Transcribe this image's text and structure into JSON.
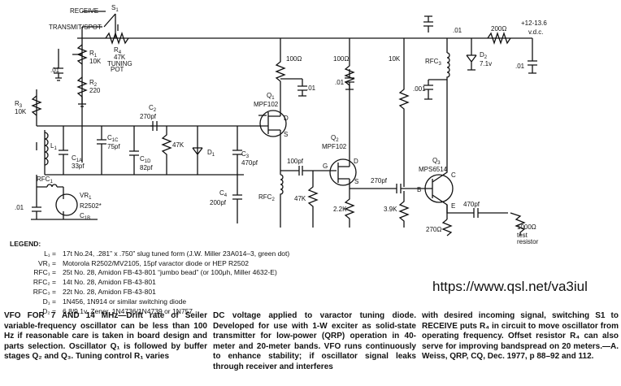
{
  "schematic": {
    "switch_receive": "RECEIVE",
    "switch_transmit": "TRANSMIT/SPOT",
    "s1": "S",
    "s1_sub": "1",
    "r4": "R",
    "r4_sub": "4",
    "r4_val": "47K",
    "r4_desc1": "TUNING",
    "r4_desc2": "POT",
    "r1": "R",
    "r1_sub": "1",
    "r1_val": "10K",
    "r2": "R",
    "r2_sub": "2",
    "r2_val": "220",
    "c_01_left": ".01",
    "r3": "R",
    "r3_sub": "3",
    "r3_val": "10K",
    "l1": "L",
    "l1_sub": "1",
    "c1a": "C",
    "c1a_sub": "1A",
    "c1a_val": "33pf",
    "c1c": "C",
    "c1c_sub": "1C",
    "c1c_val": "75pf",
    "c1d": "C",
    "c1d_sub": "1D",
    "c1d_val": "82pf",
    "c1b": "C",
    "c1b_sub": "1B",
    "rfc1": "RFC",
    "rfc1_sub": "1",
    "vr1": "VR",
    "vr1_sub": "1",
    "vr1_val": "R2502*",
    "c_01_bottom": ".01",
    "c2": "C",
    "c2_sub": "2",
    "c2_val": "270pf",
    "r_47k_a": "47K",
    "d1": "D",
    "d1_sub": "1",
    "c3": "C",
    "c3_sub": "3",
    "c3_val": "470pf",
    "c4": "C",
    "c4_sub": "4",
    "c4_val": "200pf",
    "rfc2": "RFC",
    "rfc2_sub": "2",
    "r_47k_b": "47K",
    "q1": "Q",
    "q1_sub": "1",
    "q1_type": "MPF102",
    "pin_d": "D",
    "pin_s": "S",
    "pin_g": "G",
    "r_100_a": "100Ω",
    "c_01_q1": ".01",
    "c_100pf": "100pf",
    "q2": "Q",
    "q2_sub": "2",
    "q2_type": "MPF102",
    "r_100_b": "100Ω",
    "c_01_q2": ".01",
    "r_22k": "2.2K",
    "c_270pf_b": "270pf",
    "r_10k": "10K",
    "r_39k": "3.9K",
    "rfc3": "RFC",
    "rfc3_sub": "3",
    "c_001": ".001",
    "c_01_top": ".01",
    "r_200": "200Ω",
    "supply1": "+12-13.6",
    "supply2": "v.d.c.",
    "d2": "D",
    "d2_sub": "2",
    "d2_val": "7.1v",
    "c_01_right": ".01",
    "q3": "Q",
    "q3_sub": "3",
    "q3_type": "MPS6514",
    "pin_c": "C",
    "pin_b": "B",
    "pin_e": "E",
    "r_270": "270Ω",
    "c_470pf_b": "470pf",
    "r_1000": "1000Ω",
    "test1": "test",
    "test2": "resistor"
  },
  "legend": {
    "heading": "LEGEND:",
    "rows": [
      {
        "key": "L₁ =",
        "text": "17t No.24, .281” x .750” slug tuned form (J.W. Miller 23A014–3, green dot)"
      },
      {
        "key": "VR₁ =",
        "text": "Motorola R2502/MV2105, 15pf varactor diode or HEP R2502"
      },
      {
        "key": "RFC₁ =",
        "text": "25t No. 28, Amidon FB-43-801 “jumbo bead” (or 100μh, Miller 4632-E)"
      },
      {
        "key": "RFC₂ =",
        "text": "14t No. 28, Amidon FB-43-801"
      },
      {
        "key": "RFC₃ =",
        "text": "22t No. 28, Amidon FB-43-801"
      },
      {
        "key": "D₁ =",
        "text": "1N456, 1N914 or similar switching diode"
      },
      {
        "key": "D₂ =",
        "text": "6.8/9.1v. Zener, 1N4736/1N4739 or 1N757"
      }
    ]
  },
  "url": "https://www.qsl.net/va3iul",
  "caption": {
    "col1": "VFO FOR 7 AND 14 MHz—Drift rate of Seiler variable-frequency oscillator can be less than 100 Hz if reasonable care is taken in board design and parts selection. Oscillator Q₁ is followed by buffer stages Q₂ and Q₃. Tuning control R₁ varies",
    "col2": "DC voltage applied to varactor tuning diode. Developed for use with 1-W exciter as solid-state transmitter for low-power (QRP) operation in 40-meter and 20-meter bands. VFO runs continuously to enhance stability; if oscillator signal leaks through receiver and interferes",
    "col3": "with desired incoming signal, switching S1 to RECEIVE puts R₄ in circuit to move oscillator from operating frequency. Offset resistor R₄ can also serve for improving bandspread on 20 meters.—A. Weiss, QRP, CQ, Dec. 1977, p 88–92 and 112."
  }
}
